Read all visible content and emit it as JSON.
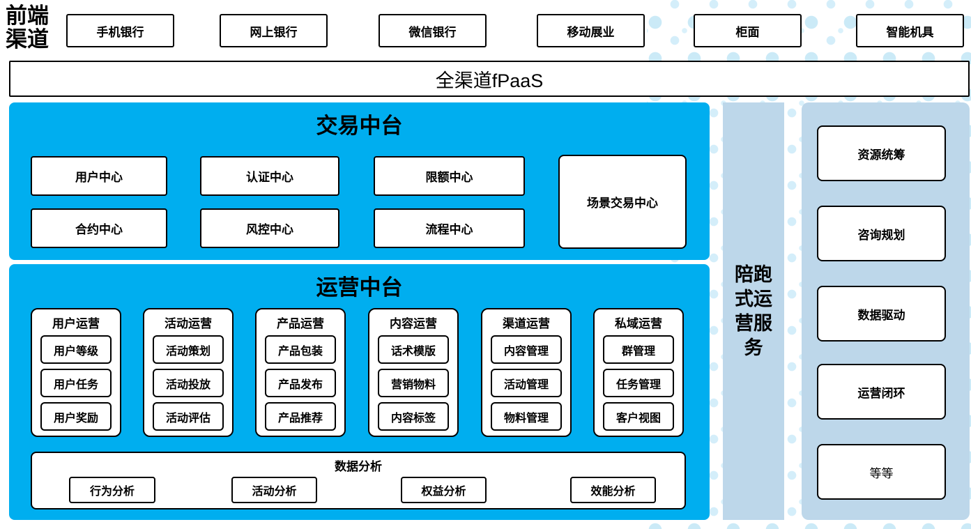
{
  "frontend_label": "前端渠道",
  "channels": [
    "手机银行",
    "网上银行",
    "微信银行",
    "移动展业",
    "柜面",
    "智能机具"
  ],
  "fpaas_label": "全渠道fPaaS",
  "trade": {
    "title": "交易中台",
    "row1": [
      "用户中心",
      "认证中心",
      "限额中心"
    ],
    "row2": [
      "合约中心",
      "风控中心",
      "流程中心"
    ],
    "scene_center": "场景交易中心"
  },
  "ops": {
    "title": "运营中台",
    "groups": [
      {
        "title": "用户运营",
        "items": [
          "用户等级",
          "用户任务",
          "用户奖励"
        ]
      },
      {
        "title": "活动运营",
        "items": [
          "活动策划",
          "活动投放",
          "活动评估"
        ]
      },
      {
        "title": "产品运营",
        "items": [
          "产品包装",
          "产品发布",
          "产品推荐"
        ]
      },
      {
        "title": "内容运营",
        "items": [
          "话术模版",
          "营销物料",
          "内容标签"
        ]
      },
      {
        "title": "渠道运营",
        "items": [
          "内容管理",
          "活动管理",
          "物料管理"
        ]
      },
      {
        "title": "私域运营",
        "items": [
          "群管理",
          "任务管理",
          "客户视图"
        ]
      }
    ],
    "analysis": {
      "title": "数据分析",
      "items": [
        "行为分析",
        "活动分析",
        "权益分析",
        "效能分析"
      ]
    }
  },
  "companion_bar_label": "陪跑式运营服务",
  "side_panel_items": [
    "资源统筹",
    "咨询规划",
    "数据驱动",
    "运营闭环",
    "等等"
  ],
  "colors": {
    "platform_blue": "#00AEEF",
    "panel_light_blue": "#BDD7EA",
    "dot_pattern": "#CBEAF7",
    "box_border": "#000000"
  }
}
